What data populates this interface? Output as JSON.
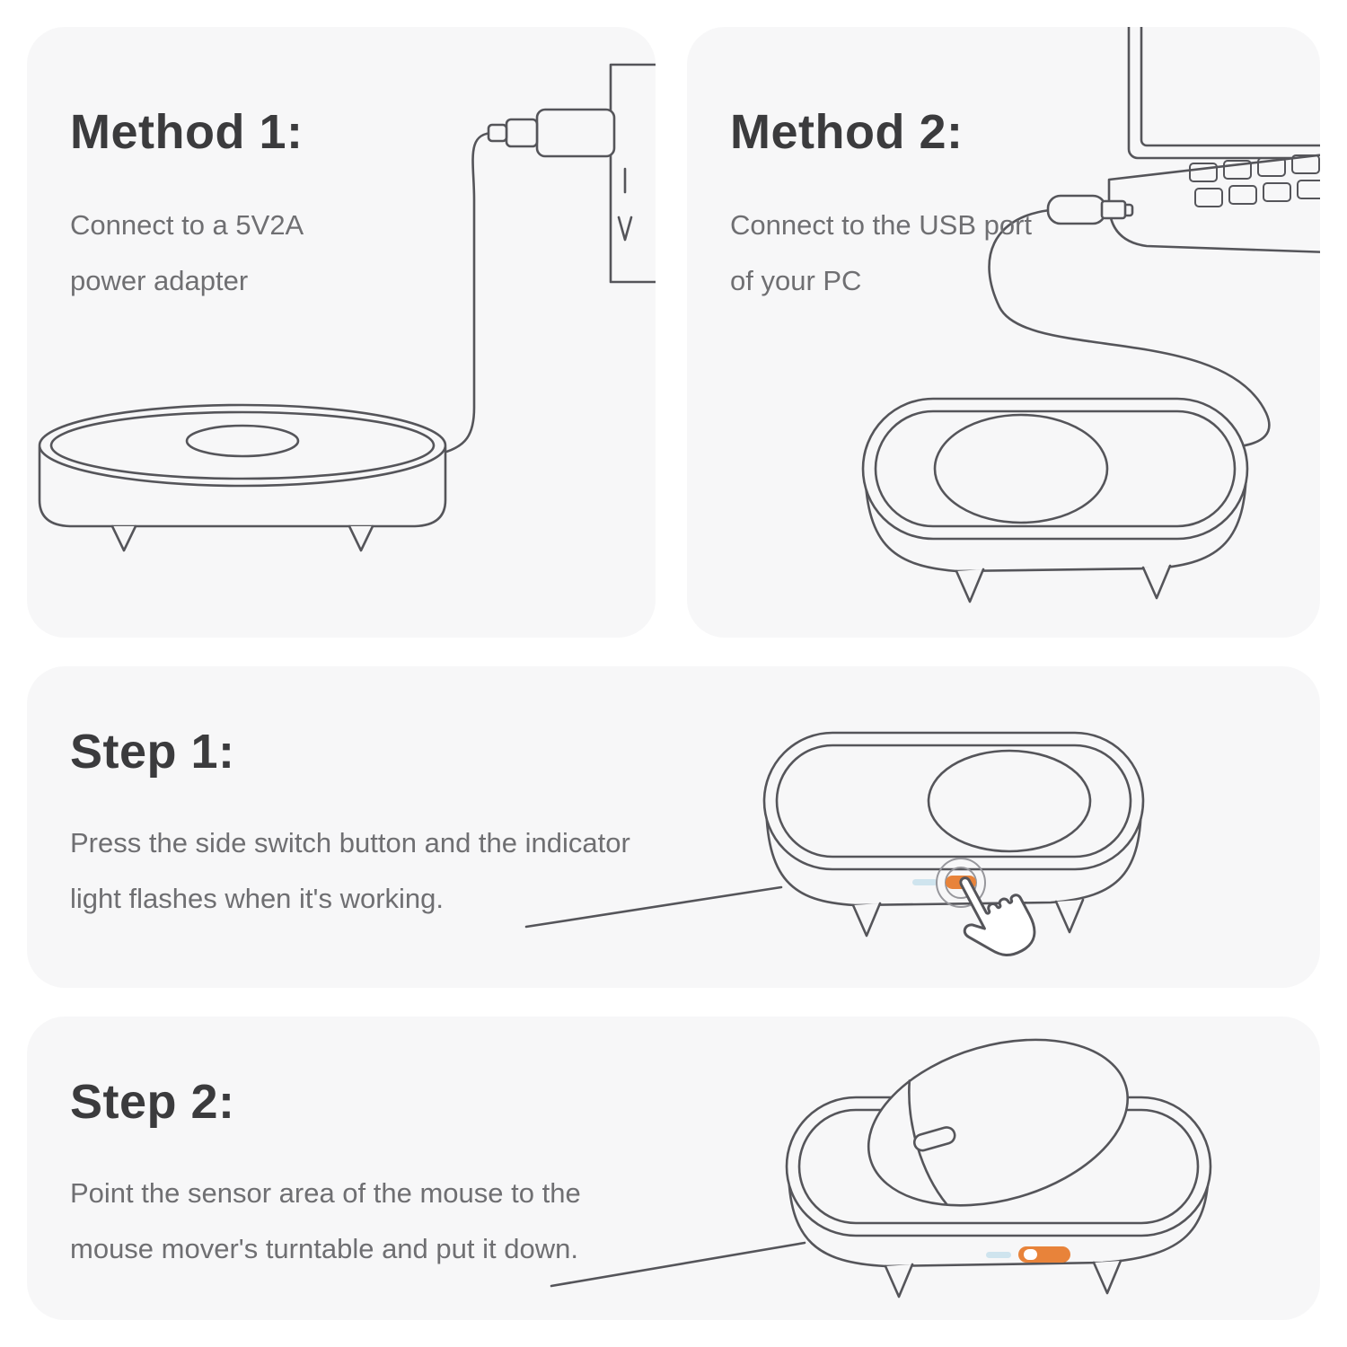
{
  "colors": {
    "page_background": "#ffffff",
    "panel_background": "#f7f7f8",
    "heading_text": "#3b3b3d",
    "body_text": "#6f6f72",
    "line_art": "#55555a",
    "accent_orange": "#e8833a",
    "indicator_blue": "#cfe4ee"
  },
  "panels": [
    {
      "name": "method-1",
      "title": "Method 1:",
      "lines": [
        "Connect to a 5V2A",
        "power adapter"
      ],
      "illustration": "mouse-mover-connected-to-wall-power-adapter"
    },
    {
      "name": "method-2",
      "title": "Method 2:",
      "lines": [
        "Connect to the USB port",
        "of your PC"
      ],
      "illustration": "mouse-mover-connected-to-laptop-usb-port"
    },
    {
      "name": "step-1",
      "title": "Step 1:",
      "lines": [
        "Press the side switch button and the indicator",
        "light flashes when it's working."
      ],
      "illustration": "hand-pressing-side-switch-button"
    },
    {
      "name": "step-2",
      "title": "Step 2:",
      "lines": [
        "Point the sensor area of the mouse to the",
        "mouse mover's turntable and put it down."
      ],
      "illustration": "mouse-placed-on-turntable"
    }
  ]
}
